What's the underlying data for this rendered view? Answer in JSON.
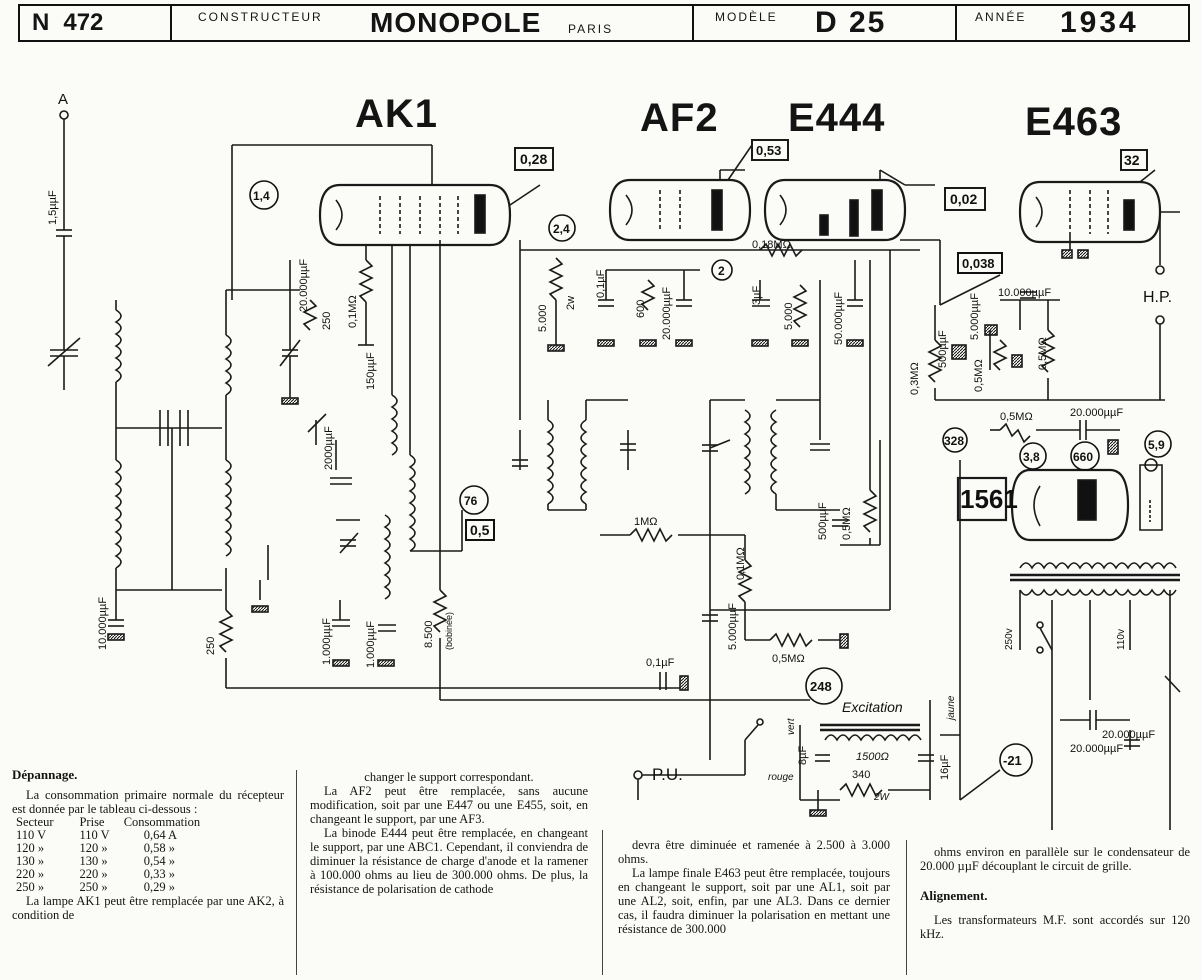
{
  "header": {
    "number_prefix": "N",
    "number": "472",
    "constructeur_label": "CONSTRUCTEUR",
    "brand": "MONOPOLE",
    "city": "PARIS",
    "modele_label": "MODÈLE",
    "model": "D 25",
    "annee_label": "ANNÉE",
    "year": "1934"
  },
  "tubes": [
    "AK1",
    "AF2",
    "E444",
    "E463"
  ],
  "schematic_labels": {
    "antenna": "A",
    "hp": "H.P.",
    "pu": "P.U.",
    "excitation": "Excitation",
    "v028": "0,28",
    "v14": "1,4",
    "v053": "0,53",
    "v24": "2,4",
    "v2": "2",
    "v002": "0,02",
    "v0038": "0,038",
    "v32": "32",
    "v76": "76",
    "v05": "0,5",
    "v248": "248",
    "v328": "328",
    "v38": "3,8",
    "v660": "660",
    "v59": "5,9",
    "v21": "-21",
    "v1561": "1561",
    "c_15": "1,5µµF",
    "c_20000a": "20.000µµF",
    "r_250a": "250",
    "r_01": "0,1MΩ",
    "c_150": "150µµF",
    "r_5000": "5.000",
    "r_2w": "2w",
    "c_01a": "0,1µF",
    "r_600": "600",
    "c_20000b": "20.000µµF",
    "r_018": "0,18MΩ",
    "c_3": "3µF",
    "r_5000b": "5.000",
    "c_50000": "50.000µµF",
    "c_10000a": "10.000µµF",
    "c_5000": "5.000µµF",
    "r_05a": "0,5MΩ",
    "r_05b": "0,5MΩ",
    "r_03": "0,3MΩ",
    "r_500": "500µµF",
    "c_10000": "10.000µµF",
    "r_250b": "250",
    "c_2000": "2000µµF",
    "c_1000a": "1.000µµF",
    "c_1000b": "1.000µµF",
    "r_8500": "8.500",
    "r_bobinee": "(bobinée)",
    "r_1m": "1MΩ",
    "r_01m": "0,1MΩ",
    "c_5000b": "5.000µµF",
    "r_05c": "0,5MΩ",
    "c_01b": "0,1µF",
    "r_05d": "0,5MΩ",
    "c_20000c": "20.000µµF",
    "c_500b": "500µµF",
    "r_05e": "0,5MΩ",
    "c_20000d": "20.000µµF",
    "c_20000e": "20.000µµF",
    "c_8": "8µF",
    "c_16": "16µF",
    "r_340": "340",
    "r_1500": "1500Ω",
    "rouge": "rouge",
    "vert": "vert",
    "jaune": "jaune",
    "r_2w2": "2W",
    "v250": "250v",
    "v110": "110v"
  },
  "text": {
    "depannage_title": "Dépannage.",
    "depannage_p1": "La consommation primaire normale du récepteur est donnée par le tableau ci-dessous :",
    "table_headers": [
      "Secteur",
      "Prise",
      "Consommation"
    ],
    "table_rows": [
      [
        "110 V",
        "110 V",
        "0,64 A"
      ],
      [
        "120 »",
        "120 »",
        "0,58 »"
      ],
      [
        "130 »",
        "130 »",
        "0,54 »"
      ],
      [
        "220 »",
        "220 »",
        "0,33 »"
      ],
      [
        "250 »",
        "250 »",
        "0,29 »"
      ]
    ],
    "depannage_p2": "La lampe AK1 peut être remplacée par une AK2, à condition de",
    "col2_p0": "changer le support correspondant.",
    "col2_p1": "La AF2 peut être remplacée, sans aucune modification, soit par une E447 ou une E455, soit, en changeant le support, par une AF3.",
    "col2_p2": "La binode E444 peut être remplacée, en changeant le support, par une ABC1. Cependant, il conviendra de diminuer la résistance de charge d'anode et la ramener à 100.000 ohms au lieu de 300.000 ohms. De plus, la résistance de polarisation de cathode",
    "col3_p1": "devra être diminuée et ramenée à 2.500 à 3.000 ohms.",
    "col3_p2": "La lampe finale E463 peut être remplacée, toujours en changeant le support, soit par une AL1, soit par une AL2, soit, enfin, par une AL3. Dans ce dernier cas, il faudra diminuer la polarisation en mettant une résistance de 300.000",
    "col4_p1": "ohms environ en parallèle sur le condensateur de 20.000 µµF découplant le circuit de grille.",
    "alignement_title": "Alignement.",
    "alignement_p1": "Les transformateurs M.F. sont accordés sur 120 kHz."
  }
}
